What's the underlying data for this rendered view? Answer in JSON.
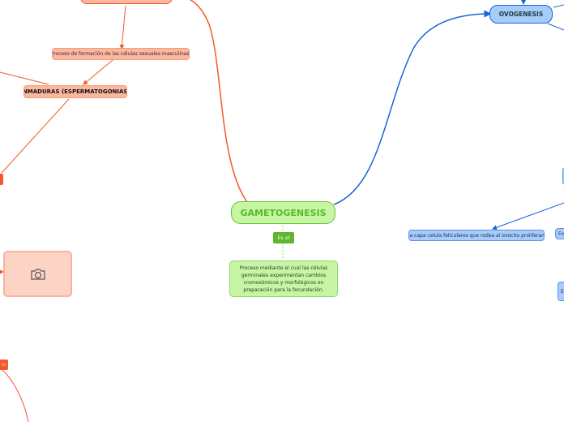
{
  "colors": {
    "orange": "#f4582a",
    "blue": "#1a64d6",
    "green": "#6cc23a"
  },
  "central": {
    "label": "GAMETOGENESIS"
  },
  "central_link": {
    "label": "Es el"
  },
  "central_definition": {
    "label": "Proceso mediante el cual las células germinales experimentan cambios cromosómicos y morfológicos en preparación para la fecundación."
  },
  "left": {
    "definition": "Proceso de formación de las células sexuales masculinas.",
    "immature": "INMADURAS (ESPERMATOGONIAS)",
    "partial_label": "n:",
    "image_placeholder_icon": "camera-icon"
  },
  "right": {
    "ovogenesis": "OVOGENESIS",
    "follicular": "La capa celula foliculares que rodea al ovocito proliferan.",
    "partial_1": "Fo",
    "partial_2": "E c"
  }
}
